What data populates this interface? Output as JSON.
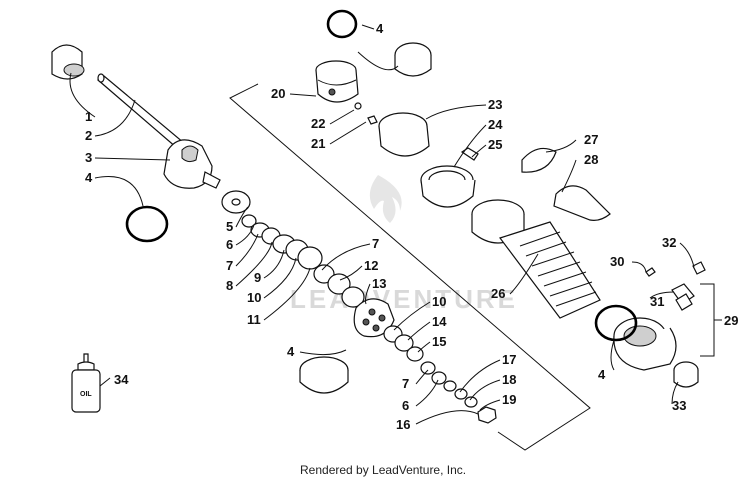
{
  "watermark": "LEADVENTURE",
  "footer": "Rendered by LeadVenture, Inc.",
  "oil_label": "OIL",
  "callouts": [
    {
      "id": "c1",
      "text": "1"
    },
    {
      "id": "c2",
      "text": "2"
    },
    {
      "id": "c3",
      "text": "3"
    },
    {
      "id": "c4a",
      "text": "4"
    },
    {
      "id": "c5",
      "text": "5"
    },
    {
      "id": "c6a",
      "text": "6"
    },
    {
      "id": "c7a",
      "text": "7"
    },
    {
      "id": "c8",
      "text": "8"
    },
    {
      "id": "c9",
      "text": "9"
    },
    {
      "id": "c10a",
      "text": "10"
    },
    {
      "id": "c11",
      "text": "11"
    },
    {
      "id": "c7b",
      "text": "7"
    },
    {
      "id": "c12",
      "text": "12"
    },
    {
      "id": "c13",
      "text": "13"
    },
    {
      "id": "c10b",
      "text": "10"
    },
    {
      "id": "c14",
      "text": "14"
    },
    {
      "id": "c15",
      "text": "15"
    },
    {
      "id": "c4b",
      "text": "4"
    },
    {
      "id": "c7c",
      "text": "7"
    },
    {
      "id": "c6b",
      "text": "6"
    },
    {
      "id": "c16",
      "text": "16"
    },
    {
      "id": "c17",
      "text": "17"
    },
    {
      "id": "c18",
      "text": "18"
    },
    {
      "id": "c19",
      "text": "19"
    },
    {
      "id": "c4c",
      "text": "4"
    },
    {
      "id": "c20",
      "text": "20"
    },
    {
      "id": "c22",
      "text": "22"
    },
    {
      "id": "c21",
      "text": "21"
    },
    {
      "id": "c23",
      "text": "23"
    },
    {
      "id": "c24",
      "text": "24"
    },
    {
      "id": "c25",
      "text": "25"
    },
    {
      "id": "c27",
      "text": "27"
    },
    {
      "id": "c28",
      "text": "28"
    },
    {
      "id": "c26",
      "text": "26"
    },
    {
      "id": "c30",
      "text": "30"
    },
    {
      "id": "c32",
      "text": "32"
    },
    {
      "id": "c31",
      "text": "31"
    },
    {
      "id": "c29",
      "text": "29"
    },
    {
      "id": "c4d",
      "text": "4"
    },
    {
      "id": "c33",
      "text": "33"
    },
    {
      "id": "c34",
      "text": "34"
    }
  ]
}
